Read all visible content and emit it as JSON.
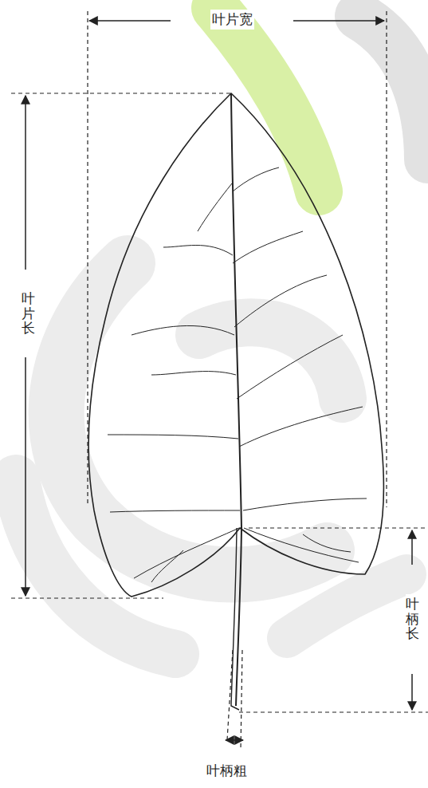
{
  "diagram": {
    "labels": [
      "叶片宽",
      "叶片长",
      "叶柄长",
      "叶柄粗"
    ]
  }
}
